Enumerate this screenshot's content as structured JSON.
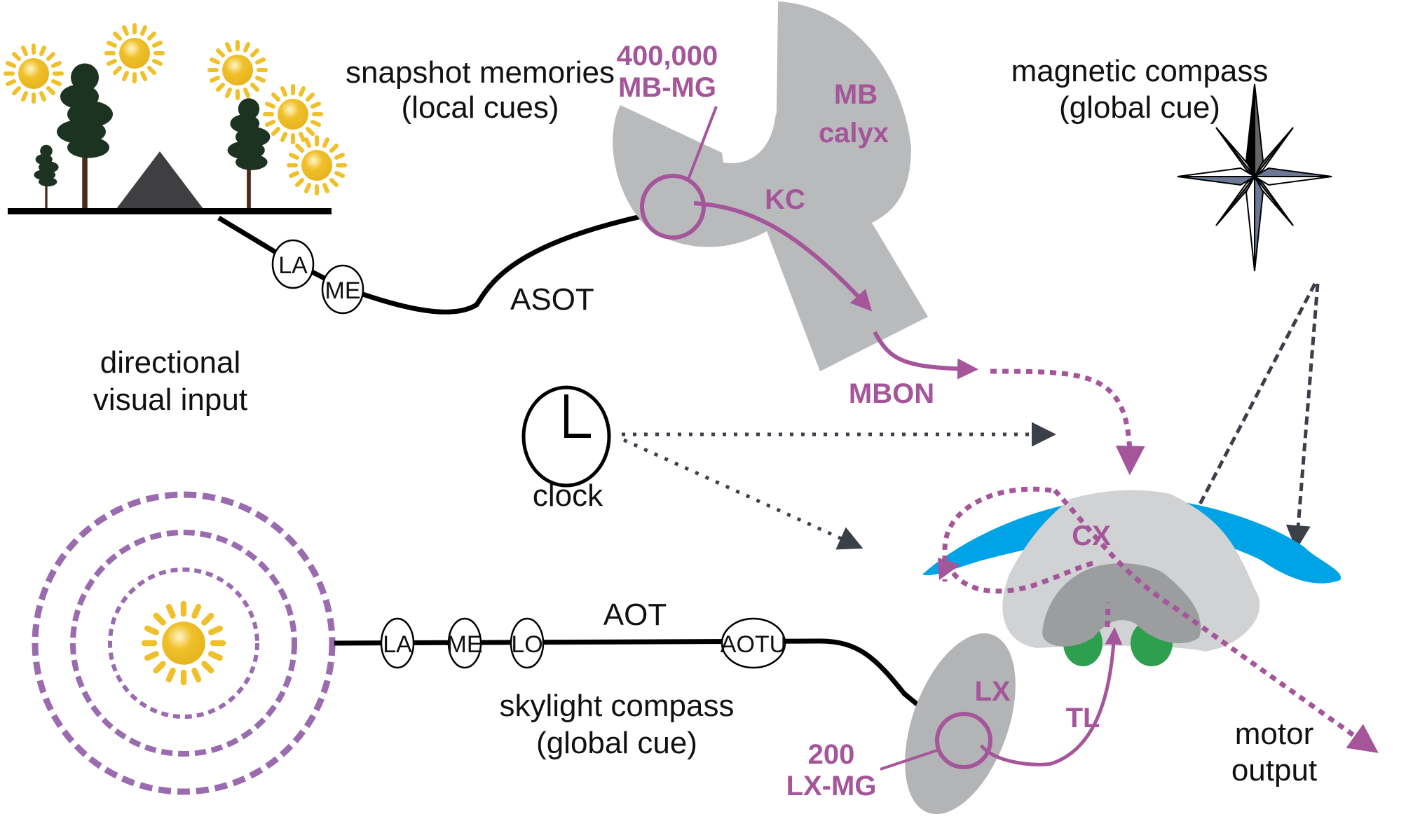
{
  "figure": {
    "colors": {
      "magenta": "#a5559a",
      "light_purple": "#9b6bb0",
      "dark_slate": "#3a3f48",
      "mb_gray": "#b9babc",
      "cx_light": "#d1d2d3",
      "cx_dark": "#9c9d9f",
      "lx_gray": "#b3b4b6",
      "blue": "#00a3e6",
      "green": "#2e9e4f",
      "sun": "#f0c02a",
      "compass_fill": "#6a7894"
    },
    "cues": {
      "snapshot": {
        "line1": "snapshot memories",
        "line2": "(local cues)"
      },
      "directional": {
        "line1": "directional",
        "line2": "visual input"
      },
      "magnetic": {
        "line1": "magnetic compass",
        "line2": "(global cue)"
      },
      "skylight": {
        "line1": "skylight compass",
        "line2": "(global cue)"
      },
      "clock": "clock",
      "motor": {
        "line1": "motor",
        "line2": "output"
      }
    },
    "tracts": {
      "asot": "ASOT",
      "aot": "AOT"
    },
    "upper_path_nodes": [
      "LA",
      "ME"
    ],
    "lower_path_nodes": [
      "LA",
      "ME",
      "LO",
      "AOTU"
    ],
    "regions": {
      "mb": {
        "line1": "MB",
        "line2": "calyx"
      },
      "kc": "KC",
      "mbon": "MBON",
      "cx": "CX",
      "lx": "LX",
      "tl": "TL"
    },
    "microglomeruli": {
      "mb": {
        "count": "400,000",
        "label": "MB-MG"
      },
      "lx": {
        "count": "200",
        "label": "LX-MG"
      }
    }
  }
}
